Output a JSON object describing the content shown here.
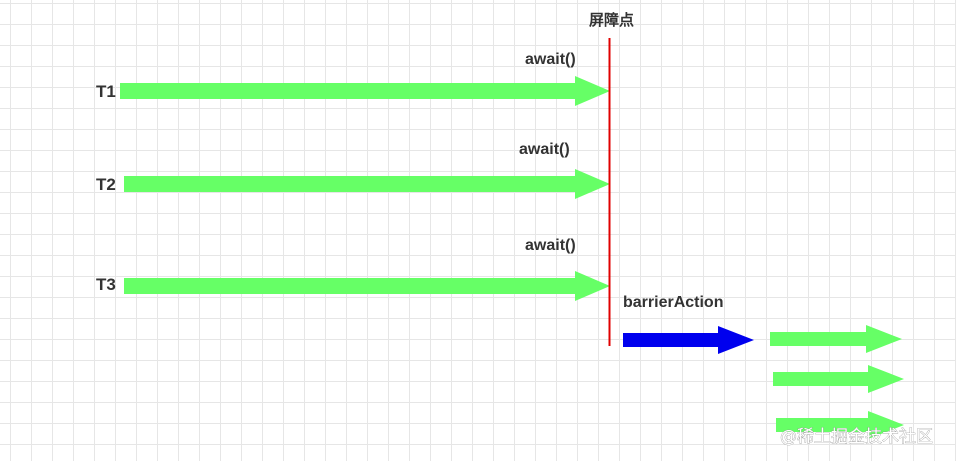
{
  "diagram": {
    "barrier_label": "屏障点",
    "action_label": "barrierAction",
    "threads": [
      {
        "name": "T1",
        "call": "await()"
      },
      {
        "name": "T2",
        "call": "await()"
      },
      {
        "name": "T3",
        "call": "await()"
      }
    ],
    "post_barrier_arrow_count": 3
  },
  "watermark": "@稀土掘金技术社区",
  "colors": {
    "grid": "#e6e6e6",
    "thread_arrow": "#66ff66",
    "barrier_line": "#e00000",
    "action_arrow": "#0000ee",
    "text": "#333333"
  }
}
